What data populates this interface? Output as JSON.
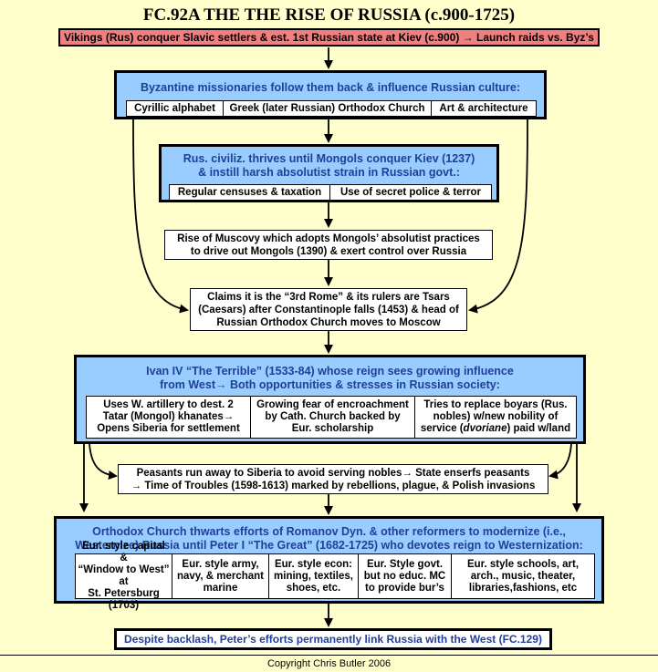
{
  "title": "FC.92A THE THE RISE OF RUSSIA (c.900-1725)",
  "top_banner": "Vikings (Rus) conquer Slavic settlers & est. 1st Russian state at Kiev (c.900) → Launch raids vs. Byz’s",
  "byzantine": {
    "heading": "Byzantine missionaries follow them back & influence Russian culture:",
    "items": [
      "Cyrillic alphabet",
      "Greek (later Russian) Orthodox Church",
      "Art & architecture"
    ]
  },
  "mongols": {
    "heading_line1": "Rus. civiliz. thrives until Mongols conquer Kiev (1237)",
    "heading_line2": "& instill harsh absolutist strain in Russian govt.:",
    "items": [
      "Regular censuses & taxation",
      "Use of secret police & terror"
    ]
  },
  "muscovy": {
    "line1": "Rise of Muscovy which adopts Mongols’ absolutist practices",
    "line2": "to drive out Mongols (1390) & exert control over Russia"
  },
  "third_rome": {
    "line1": "Claims it is the “3rd Rome” & its rulers are Tsars",
    "line2": "(Caesars) after Constantinople falls (1453) & head of",
    "line3": "Russian Orthodox Church moves to Moscow"
  },
  "ivan": {
    "heading_line1": "Ivan IV “The Terrible” (1533-84) whose reign sees growing influence",
    "heading_line2": "from West→ Both opportunities & stresses in Russian society:",
    "items": [
      {
        "l1": "Uses W. artillery to dest. 2",
        "l2": "Tatar (Mongol) khanates→",
        "l3": "Opens Siberia for settlement"
      },
      {
        "l1": "Growing fear of encroachment",
        "l2": "by Cath. Church backed by",
        "l3": "Eur. scholarship"
      },
      {
        "l1": "Tries to replace boyars (Rus.",
        "l2": "nobles) w/new nobility of",
        "l3a": "service (",
        "l3b": "dvoriane",
        "l3c": ") paid w/land"
      }
    ]
  },
  "peasants": {
    "line1": "Peasants run away to Siberia to avoid serving nobles→ State enserfs peasants",
    "line2": "→ Time of Troubles (1598-1613) marked by rebellions, plague, & Polish invasions"
  },
  "orthodox": {
    "heading_line1": "Orthodox Church thwarts efforts of Romanov Dyn. & other reformers to modernize (i.e.,",
    "heading_line2": "Westernize) Russia until Peter I “The Great” (1682-1725) who devotes reign to Westernization:",
    "items": [
      {
        "l1": "Eur. style capital &",
        "l2": "“Window to West” at",
        "l3": "St. Petersburg (1703)"
      },
      {
        "l1": "Eur. style army,",
        "l2": "navy, & merchant",
        "l3": "marine"
      },
      {
        "l1": "Eur. style econ:",
        "l2": "mining, textiles,",
        "l3": "shoes, etc."
      },
      {
        "l1": "Eur. Style govt.",
        "l2": "but no educ. MC",
        "l3": "to provide bur’s"
      },
      {
        "l1": "Eur. style schools, art,",
        "l2": "arch., music, theater,",
        "l3": "libraries,fashions, etc"
      }
    ]
  },
  "conclusion": "Despite backlash, Peter’s efforts permanently link Russia with the West  (FC.129)",
  "copyright": "Copyright Chris Butler 2006",
  "colors": {
    "background": "#ffffcc",
    "banner": "#f08080",
    "box_fill": "#99ccff",
    "heading_text": "#1f3f9a"
  }
}
